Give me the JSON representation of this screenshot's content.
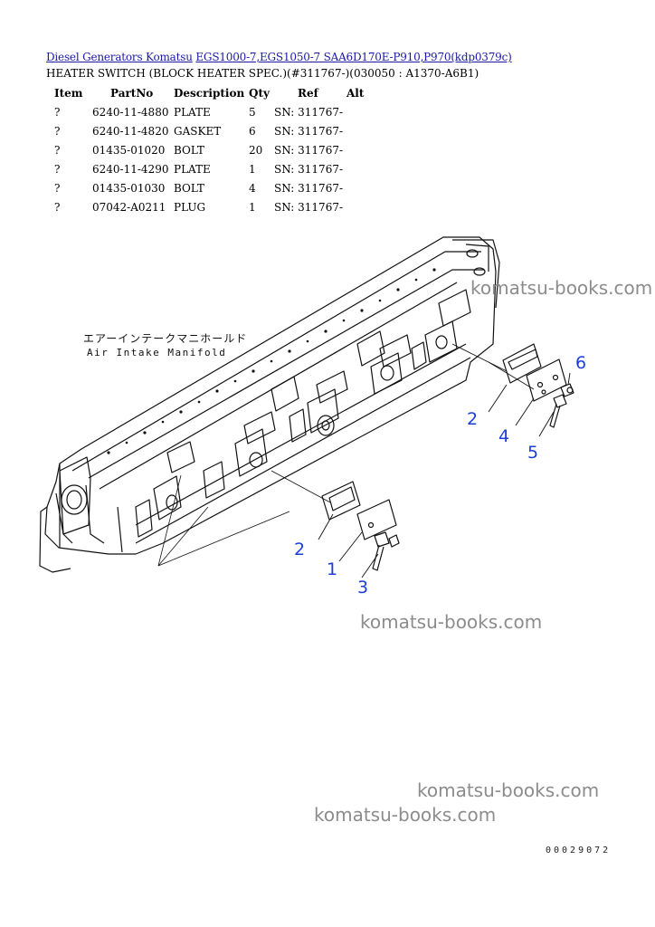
{
  "breadcrumb": {
    "link1": "Diesel Generators Komatsu",
    "link2": "EGS1000-7,EGS1050-7 SAA6D170E-P910,P970(kdp0379c)"
  },
  "subtitle": "HEATER SWITCH (BLOCK HEATER SPEC.)(#311767-)(030050 : A1370-A6B1)",
  "table": {
    "headers": [
      "Item",
      "PartNo",
      "Description",
      "Qty",
      "Ref",
      "Alt"
    ],
    "rows": [
      {
        "item": "?",
        "partno": "6240-11-4880",
        "description": "PLATE",
        "qty": "5",
        "ref": "SN: 311767-",
        "alt": ""
      },
      {
        "item": "?",
        "partno": "6240-11-4820",
        "description": "GASKET",
        "qty": "6",
        "ref": "SN: 311767-",
        "alt": ""
      },
      {
        "item": "?",
        "partno": "01435-01020",
        "description": "BOLT",
        "qty": "20",
        "ref": "SN: 311767-",
        "alt": ""
      },
      {
        "item": "?",
        "partno": "6240-11-4290",
        "description": "PLATE",
        "qty": "1",
        "ref": "SN: 311767-",
        "alt": ""
      },
      {
        "item": "?",
        "partno": "01435-01030",
        "description": "BOLT",
        "qty": "4",
        "ref": "SN: 311767-",
        "alt": ""
      },
      {
        "item": "?",
        "partno": "07042-A0211",
        "description": "PLUG",
        "qty": "1",
        "ref": "SN: 311767-",
        "alt": ""
      }
    ]
  },
  "diagram": {
    "label_jp": "エアーインテークマニホールド",
    "label_en": "Air Intake Manifold",
    "callouts": [
      "6",
      "2",
      "4",
      "5",
      "2",
      "1",
      "3"
    ],
    "callout_color": "#1a3fd8",
    "figure_number": "00029072"
  },
  "watermarks": [
    "komatsu-books.com",
    "komatsu-books.com",
    "komatsu-books.com",
    "komatsu-books.com"
  ]
}
